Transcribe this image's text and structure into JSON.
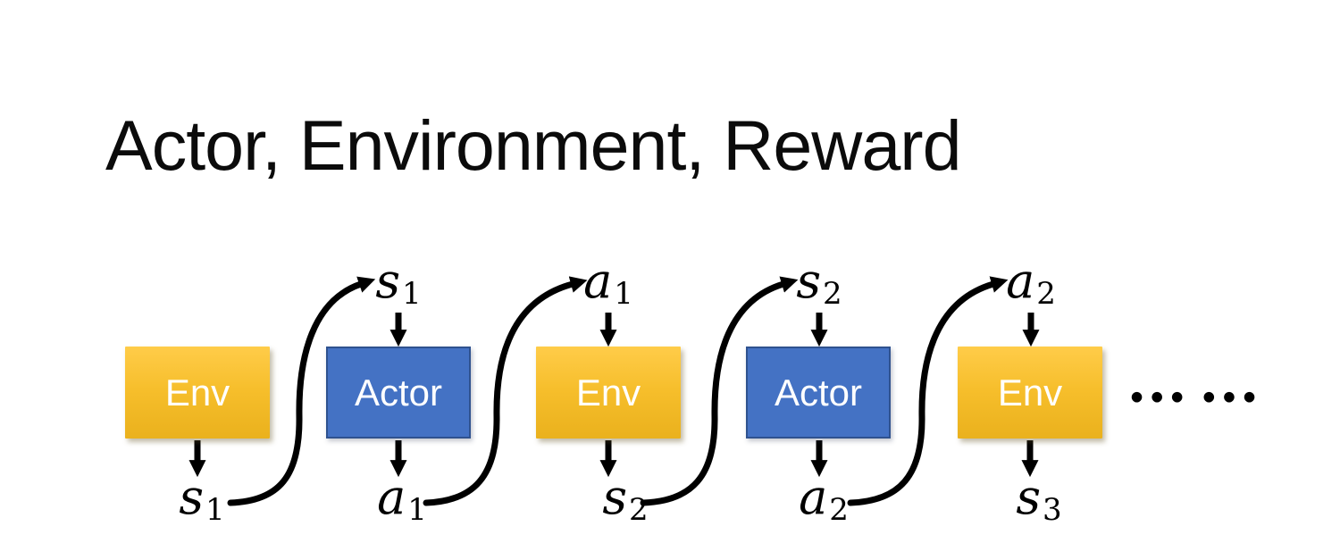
{
  "title": "Actor, Environment, Reward",
  "diagram": {
    "boxes": [
      {
        "label": "Env"
      },
      {
        "label": "Actor"
      },
      {
        "label": "Env"
      },
      {
        "label": "Actor"
      },
      {
        "label": "Env"
      }
    ],
    "top_labels": [
      {
        "main": "s",
        "sub": "1"
      },
      {
        "main": "a",
        "sub": "1"
      },
      {
        "main": "s",
        "sub": "2"
      },
      {
        "main": "a",
        "sub": "2"
      }
    ],
    "bottom_labels": [
      {
        "main": "s",
        "sub": "1"
      },
      {
        "main": "a",
        "sub": "1"
      },
      {
        "main": "s",
        "sub": "2"
      },
      {
        "main": "a",
        "sub": "2"
      },
      {
        "main": "s",
        "sub": "3"
      }
    ],
    "ellipsis": "••• •••"
  },
  "colors": {
    "env_gradient_top": "#ffcc49",
    "env_gradient_bottom": "#eab11d",
    "actor_fill": "#4472c4",
    "actor_border": "#2f528f",
    "box_text": "#ffffff",
    "arrow": "#000000",
    "title_text": "#0b0b0b"
  }
}
